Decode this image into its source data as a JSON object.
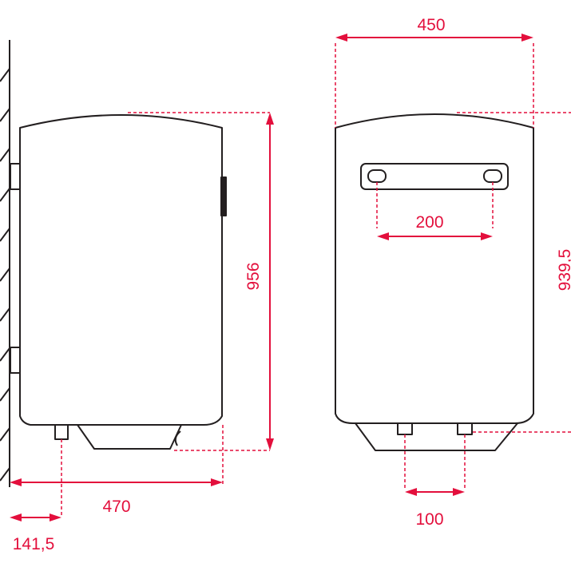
{
  "dimensions": {
    "front_width": "450",
    "bracket_spacing": "200",
    "front_height": "939,5",
    "pipe_spacing": "100",
    "side_height": "956",
    "side_depth": "470",
    "pipe_wall_offset": "141,5"
  },
  "colors": {
    "dimension": "#e30f3c",
    "outline": "#231f20",
    "background": "#ffffff"
  }
}
